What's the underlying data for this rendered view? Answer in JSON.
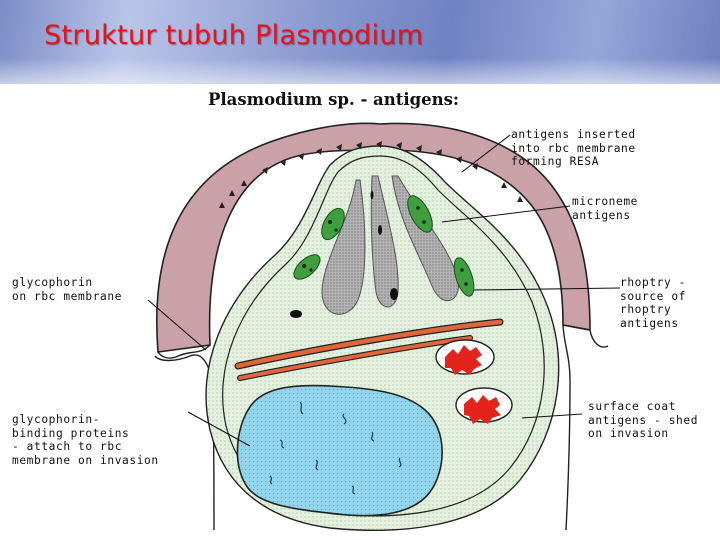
{
  "slide": {
    "title": "Struktur tubuh Plasmodium"
  },
  "diagram": {
    "title": "Plasmodium sp. - antigens:",
    "labels": {
      "resa": "antigens inserted\ninto rbc membrane\nforming RESA",
      "microneme": "microneme\nantigens",
      "glycophorin": "glycophorin\non rbc membrane",
      "rhoptry": "rhoptry -\nsource of\nrhoptry\nantigens",
      "binding": "glycophorin-\nbinding proteins\n- attach to rbc\nmembrane on invasion",
      "surface": "surface coat\nantigens - shed\non invasion"
    }
  },
  "colors": {
    "title_red": "#e8121b",
    "membrane": "#c9a1a6",
    "cell_fill": "#dceed8",
    "microneme_green": "#3f9e3f",
    "rhoptry_gray": "#a9a9a9",
    "nucleus_blue": "#8fd2ea",
    "mito_red": "#e4231b",
    "band_orange": "#e0663a"
  }
}
